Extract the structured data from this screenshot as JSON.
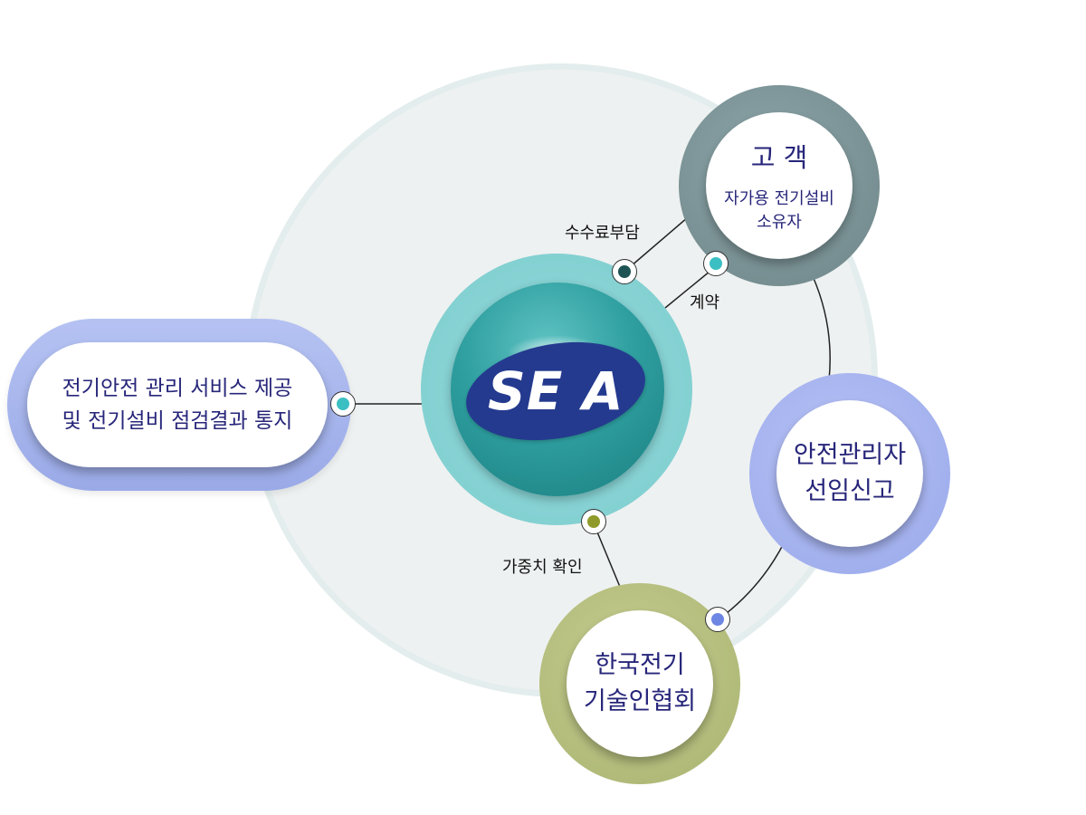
{
  "center": {
    "logo_text": "SE A"
  },
  "customer": {
    "title": "고 객",
    "subtitle_lines": [
      "자가용 전기설비",
      "소유자"
    ]
  },
  "manager": {
    "lines": [
      "안전관리자",
      "선임신고"
    ]
  },
  "association": {
    "lines": [
      "한국전기",
      "기술인협회"
    ]
  },
  "service": {
    "lines": [
      "전기안전 관리 서비스 제공",
      "및 전기설비 점검결과 통지"
    ]
  },
  "links": {
    "fee": "수수료부담",
    "contract": "계약",
    "weight": "가중치 확인"
  },
  "colors": {
    "customer_ring": "#7b9497",
    "manager_ring": "#a9b4f0",
    "association_ring": "#b7c07f",
    "service_ring": "#a7b4ef",
    "center_outer": "#8fd3d5",
    "center_sphere": "#2c9d9e",
    "logo_ellipse": "#243a8f",
    "text": "#27267a",
    "dot_fee": "#1e5353",
    "dot_contract": "#3bbfc3",
    "dot_service": "#3bbfc3",
    "dot_weight": "#8f9a2a",
    "dot_manager": "#6d86e3"
  }
}
